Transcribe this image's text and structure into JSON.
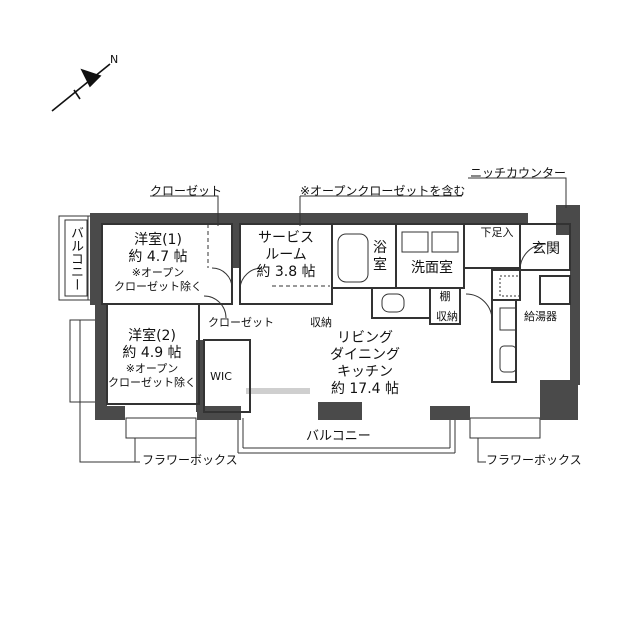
{
  "compass": {
    "label": "N"
  },
  "rooms": {
    "western1": {
      "name": "洋室(1)",
      "area": "約 4.7 帖",
      "note1": "※オープン",
      "note2": "クローゼット除く"
    },
    "service": {
      "name1": "サービス",
      "name2": "ルーム",
      "area": "約 3.8 帖"
    },
    "western2": {
      "name": "洋室(2)",
      "area": "約 4.9 帖",
      "note1": "※オープン",
      "note2": "クローゼット除く"
    },
    "ldk": {
      "line1": "リビング",
      "line2": "ダイニング",
      "line3": "キッチン",
      "area": "約 17.4 帖"
    },
    "bath": {
      "line1": "浴",
      "line2": "室"
    },
    "washroom": "洗面室",
    "entrance": "玄関",
    "shelf": "棚",
    "wic": "WIC",
    "shoe_storage": "下足入",
    "water_heater": "給湯器"
  },
  "labels": {
    "closet_top": "クローゼット",
    "open_closet_note": "※オープンクローゼットを含む",
    "niche_counter": "ニッチカウンター",
    "closet_mid": "クローゼット",
    "storage_mid": "収納",
    "storage_right": "収納",
    "balcony_left": "バルコニー",
    "balcony_bottom": "バルコニー",
    "flower_box_left": "フラワーボックス",
    "flower_box_right": "フラワーボックス"
  }
}
